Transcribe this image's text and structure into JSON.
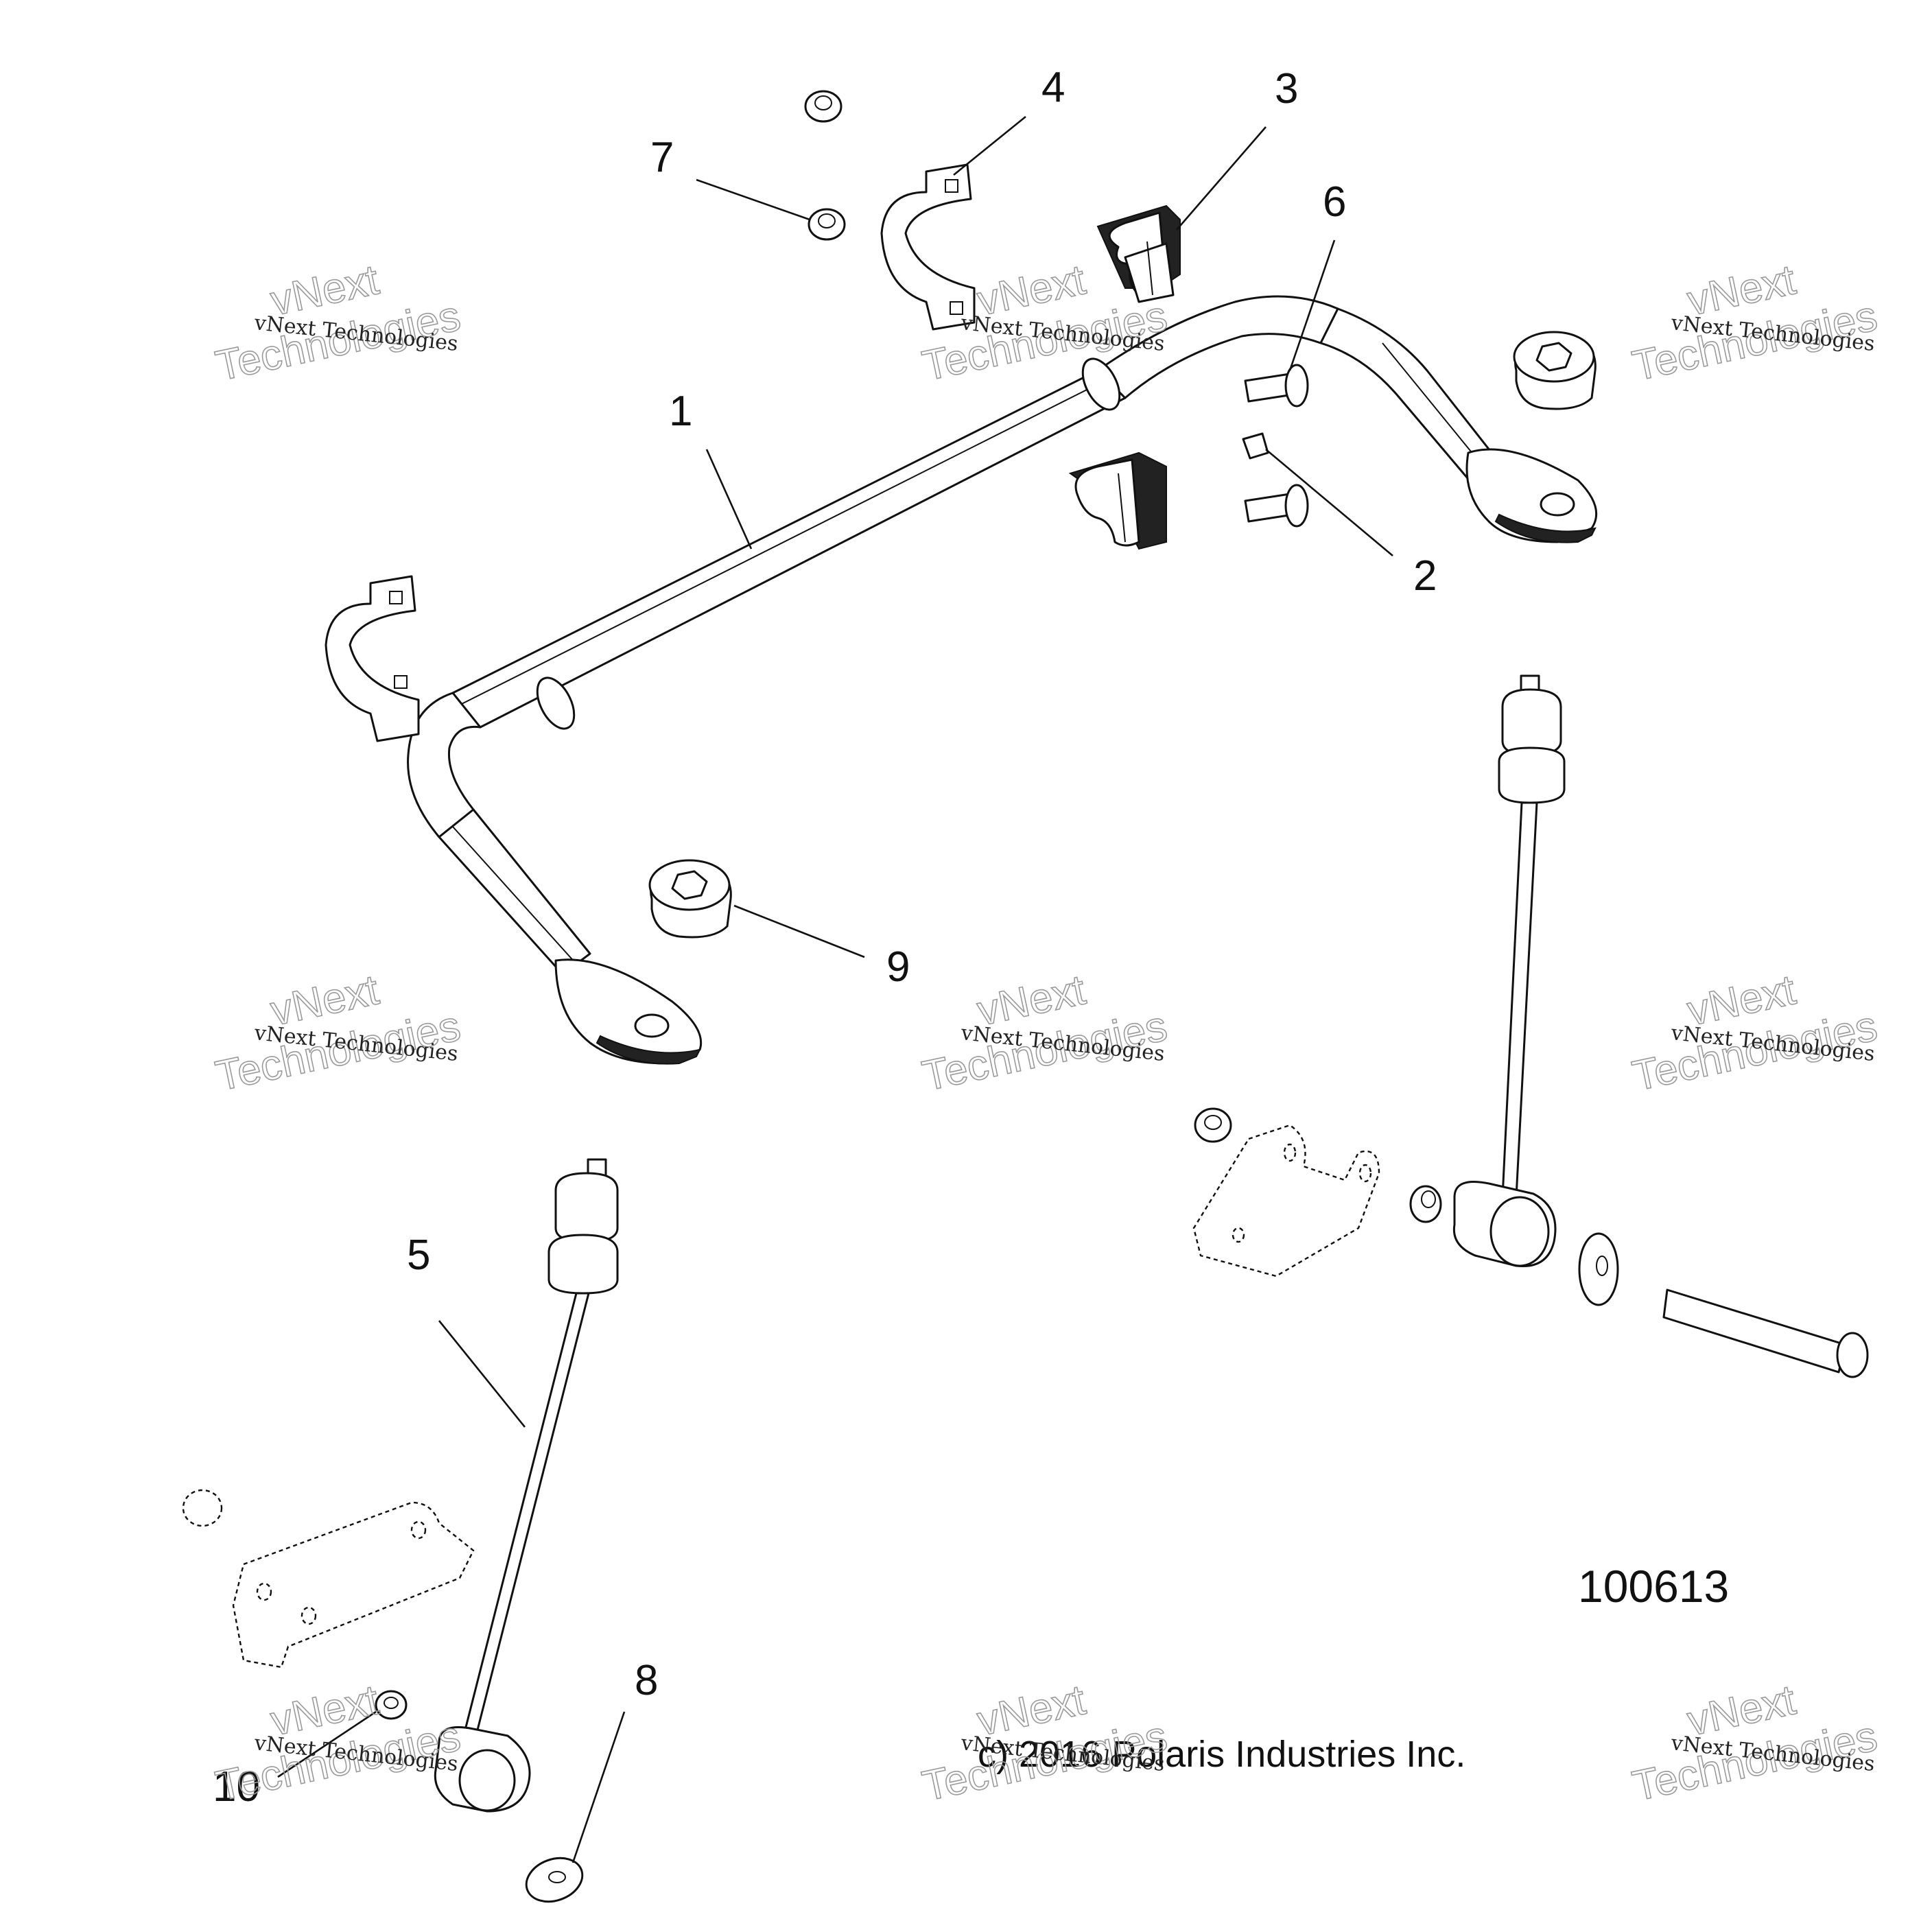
{
  "callouts": [
    {
      "label": "1"
    },
    {
      "label": "2"
    },
    {
      "label": "3"
    },
    {
      "label": "4"
    },
    {
      "label": "5"
    },
    {
      "label": "6"
    },
    {
      "label": "7"
    },
    {
      "label": "8"
    },
    {
      "label": "9"
    },
    {
      "label": "10"
    }
  ],
  "figure_number": "100613",
  "copyright": "c) 2016 Polaris Industries Inc.",
  "watermark": {
    "line1": "vNext Technologies",
    "line2": "Technologies",
    "line3": "vNext"
  }
}
